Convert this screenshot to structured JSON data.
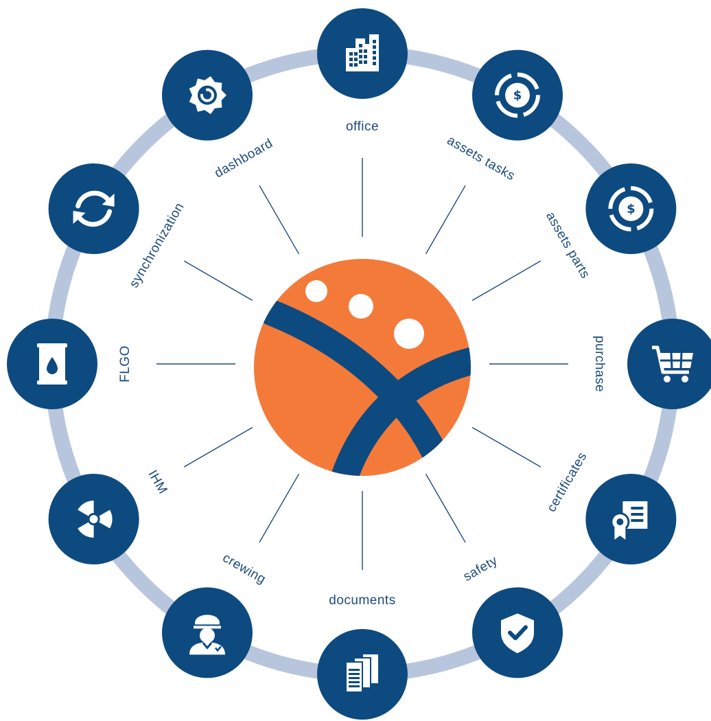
{
  "colors": {
    "ring": "#b8c6dd",
    "node": "#0d4a80",
    "icon": "#ffffff",
    "spoke": "#1b4a7d",
    "logo_orange": "#f47a3a",
    "logo_blue": "#0d4a80",
    "label": "#1b4a7d"
  },
  "logo": {
    "name": "central-logo"
  },
  "modules": [
    {
      "id": "office",
      "label": "office",
      "icon": "building-icon"
    },
    {
      "id": "assets-tasks",
      "label": "assets tasks",
      "icon": "dollar-circle-icon"
    },
    {
      "id": "assets-parts",
      "label": "assets parts",
      "icon": "dollar-circle-icon"
    },
    {
      "id": "purchase",
      "label": "purchase",
      "icon": "shopping-cart-icon"
    },
    {
      "id": "certificates",
      "label": "certificates",
      "icon": "certificate-icon"
    },
    {
      "id": "safety",
      "label": "safety",
      "icon": "shield-check-icon"
    },
    {
      "id": "documents",
      "label": "documents",
      "icon": "documents-icon"
    },
    {
      "id": "crewing",
      "label": "crewing",
      "icon": "crew-officer-icon"
    },
    {
      "id": "ihm",
      "label": "IHM",
      "icon": "radiation-icon"
    },
    {
      "id": "flgo",
      "label": "FLGO",
      "icon": "oil-barrel-icon"
    },
    {
      "id": "synchronization",
      "label": "synchronization",
      "icon": "sync-icon"
    },
    {
      "id": "dashboard",
      "label": "dashboard",
      "icon": "gauge-icon"
    }
  ]
}
